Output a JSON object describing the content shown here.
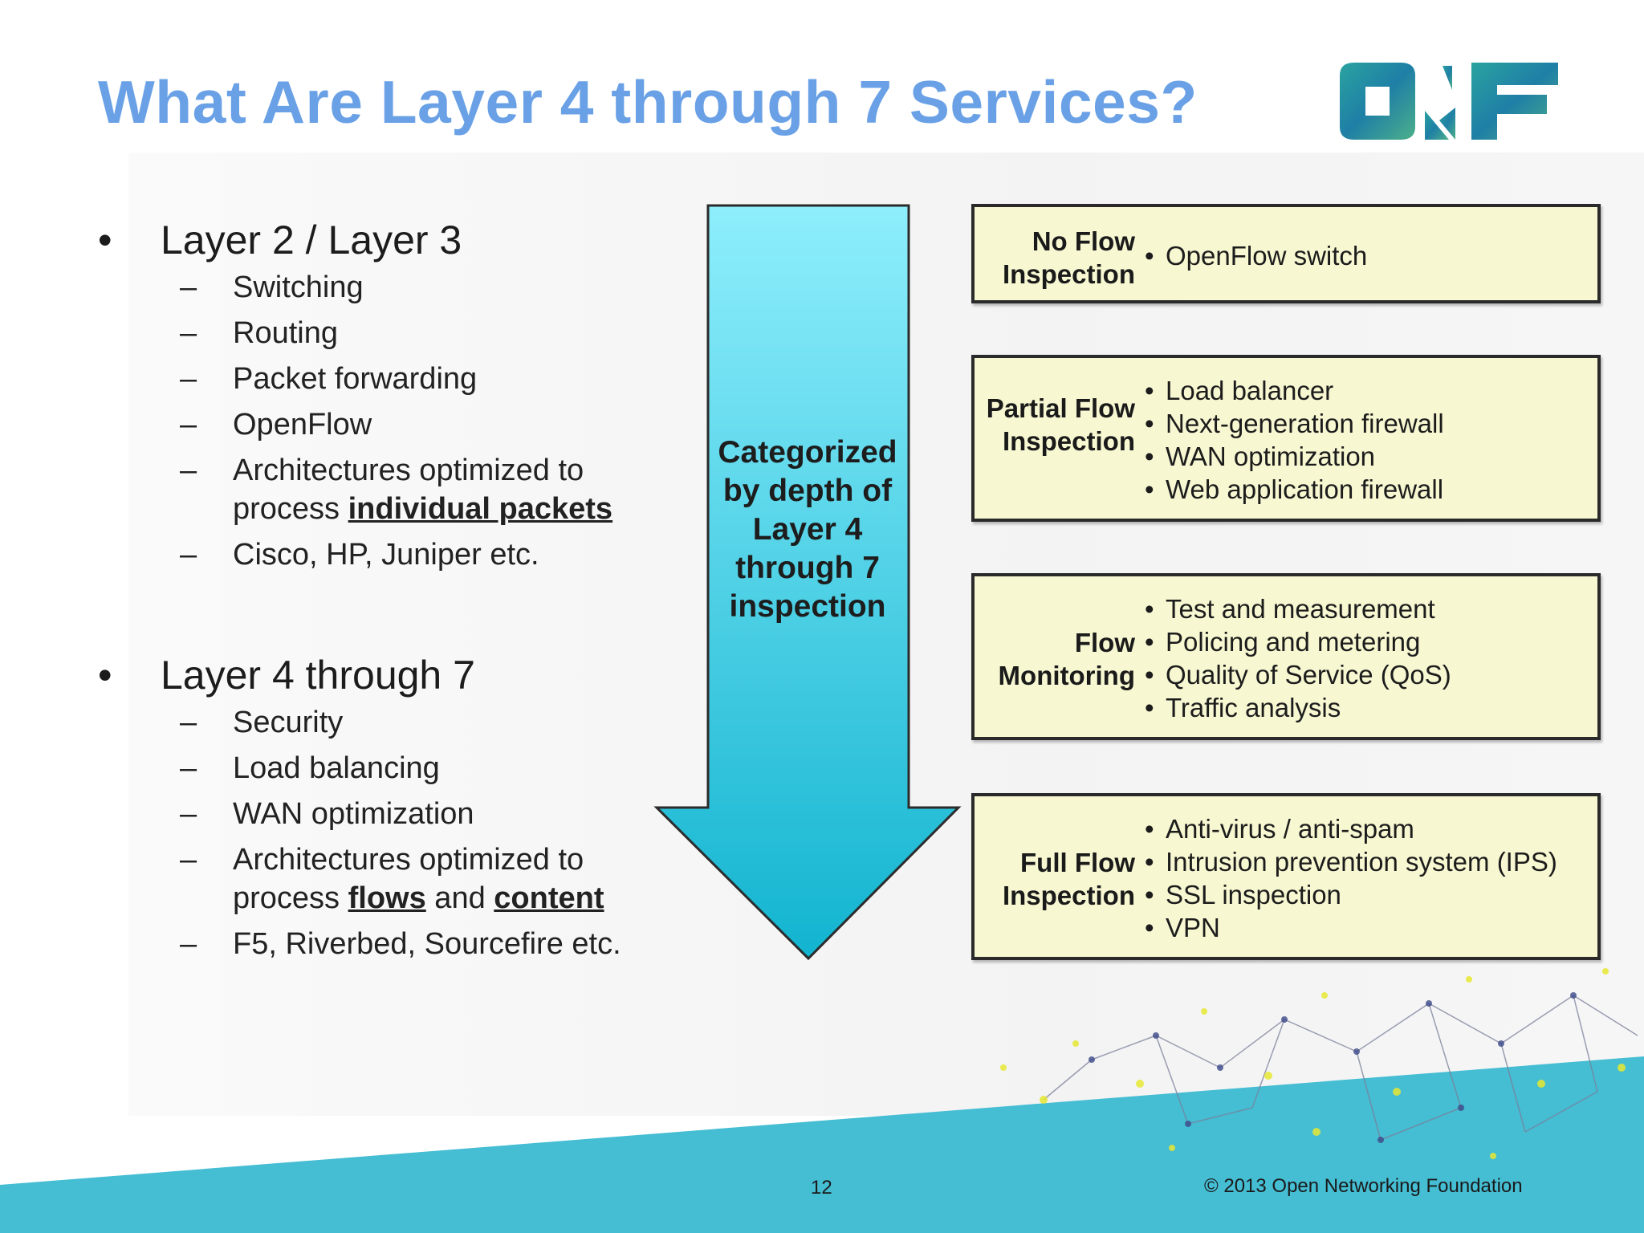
{
  "slide": {
    "title": "What Are Layer 4 through 7 Services?",
    "page_number": "12",
    "copyright": "© 2013 Open Networking Foundation"
  },
  "logo": {
    "icon": "onf-logo",
    "text": "ONF"
  },
  "left": {
    "sections": [
      {
        "heading": "Layer 2 / Layer 3",
        "items": [
          "Switching",
          "Routing",
          "Packet forwarding",
          "OpenFlow"
        ],
        "arch": {
          "prefix": "Architectures optimized to process ",
          "emph1": "individual packets"
        },
        "last": "Cisco, HP, Juniper etc."
      },
      {
        "heading": "Layer 4 through 7",
        "items": [
          "Security",
          "Load balancing",
          "WAN optimization"
        ],
        "arch": {
          "prefix": "Architectures optimized to process ",
          "emph1": "flows",
          "mid": " and ",
          "emph2": "content"
        },
        "last": "F5, Riverbed, Sourcefire etc."
      }
    ]
  },
  "arrow": {
    "text": "Categorized by depth of Layer 4 through 7 inspection",
    "colors": {
      "top": "#8eeefc",
      "bottom": "#12b4d0"
    }
  },
  "categories": [
    {
      "label": "No Flow Inspection",
      "items": [
        "OpenFlow switch"
      ]
    },
    {
      "label": "Partial Flow Inspection",
      "items": [
        "Load balancer",
        "Next-generation firewall",
        "WAN optimization",
        "Web application firewall"
      ]
    },
    {
      "label": "Flow Monitoring",
      "items": [
        "Test and measurement",
        "Policing and metering",
        "Quality of Service (QoS)",
        "Traffic analysis"
      ]
    },
    {
      "label": "Full Flow Inspection",
      "items": [
        "Anti-virus / anti-spam",
        "Intrusion prevention system (IPS)",
        "SSL inspection",
        "VPN"
      ]
    }
  ],
  "colors": {
    "title": "#6aa1e6",
    "box_fill": "#f7f7d2",
    "footer": "#45bdd3"
  }
}
